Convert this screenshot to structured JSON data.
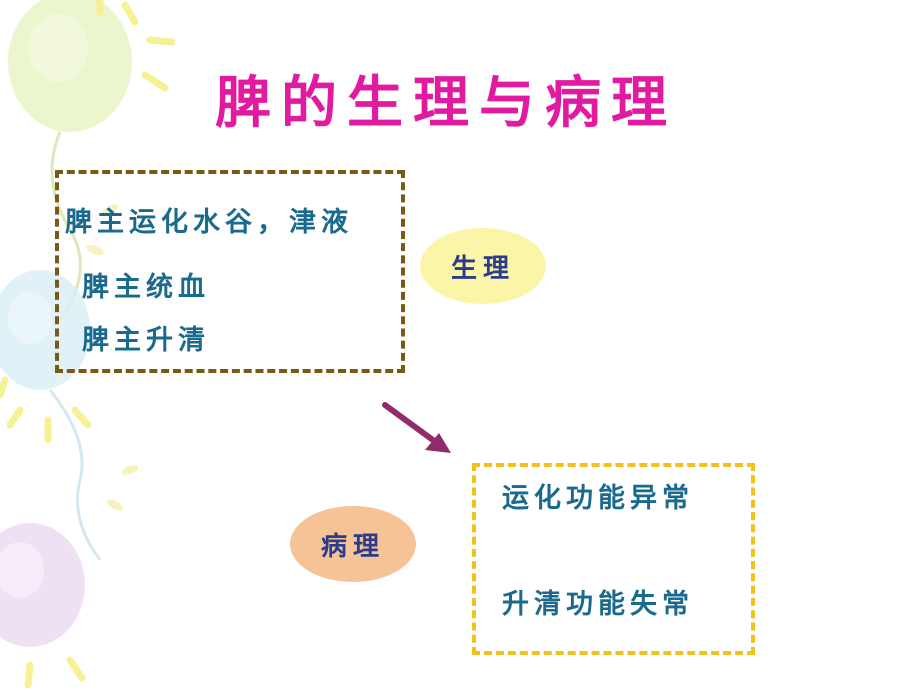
{
  "slide": {
    "title": "脾的生理与病理",
    "physiology_box": {
      "items": [
        "脾主运化水谷，津液",
        "脾主统血",
        "脾主升清"
      ]
    },
    "physiology_label": "生理",
    "pathology_label": "病理",
    "pathology_box": {
      "items": [
        "运化功能异常",
        "升清功能失常"
      ]
    }
  },
  "colors": {
    "title": "#e01ba0",
    "item_text": "#1a6a8e",
    "physiology_border": "#7a5a12",
    "pathology_border": "#f2c21a",
    "physiology_ellipse": "#fbf5a8",
    "pathology_ellipse": "#f6c396",
    "arrow": "#8e2d6a"
  }
}
